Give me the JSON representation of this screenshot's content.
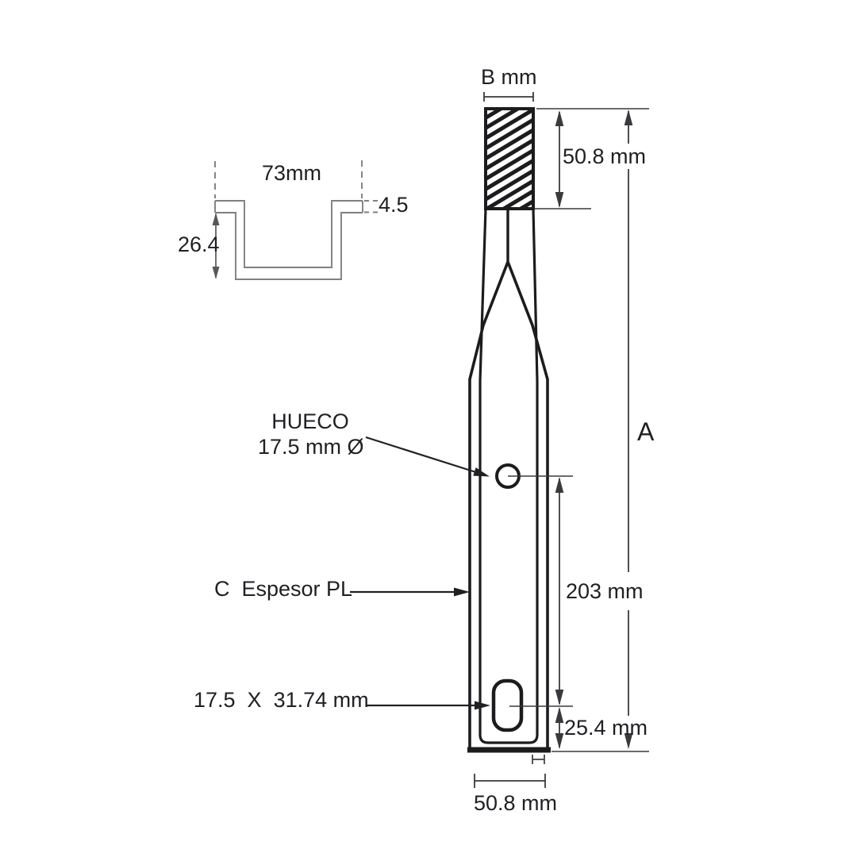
{
  "cross_section_detail": {
    "width_label": "73mm",
    "flange_thickness_label": "4.5",
    "depth_label": "26.4"
  },
  "main_view": {
    "top_width_label": "B mm",
    "head_length_label": "50.8 mm",
    "overall_length_label": "A",
    "hole_callout_line1": "HUECO",
    "hole_callout_line2": "17.5 mm Ø",
    "plate_thickness_callout": "C  Espesor PL",
    "hole_to_slot_dim_label": "203 mm",
    "slot_callout": "17.5  X  31.74 mm",
    "slot_to_edge_dim_label": "25.4 mm",
    "bottom_width_label": "50.8 mm"
  },
  "colors": {
    "outline": "#1c1c1e",
    "dimension_line": "#3a3a3e",
    "section_line": "#7f7f84",
    "text": "#1f1f24",
    "background": "#ffffff"
  }
}
